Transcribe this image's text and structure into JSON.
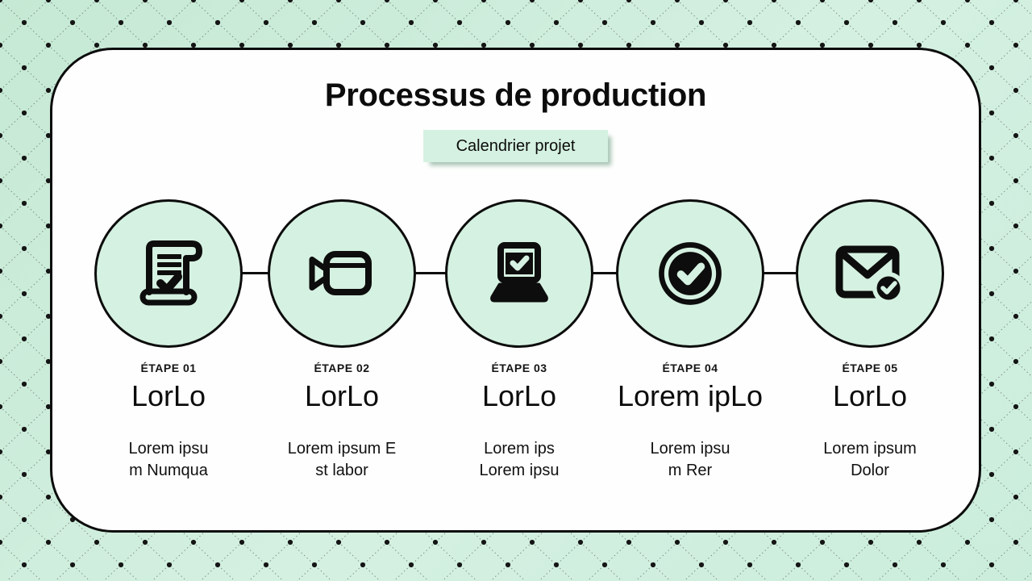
{
  "slide": {
    "title": "Processus de production",
    "badge": "Calendrier projet"
  },
  "steps": [
    {
      "label": "ÉTAPE 01",
      "title": "LorLo",
      "description": "Lorem ipsu\nm Numqua",
      "icon": "scroll-check-icon"
    },
    {
      "label": "ÉTAPE 02",
      "title": "LorLo",
      "description": "Lorem ipsum E\nst labor",
      "icon": "video-camera-icon"
    },
    {
      "label": "ÉTAPE 03",
      "title": "LorLo",
      "description": "Lorem ips\nLorem ipsu",
      "icon": "laptop-check-icon"
    },
    {
      "label": "ÉTAPE 04",
      "title": "Lorem ipLo",
      "description": "Lorem ipsu\nm Rer",
      "icon": "check-circle-icon"
    },
    {
      "label": "ÉTAPE 05",
      "title": "LorLo",
      "description": "Lorem ipsum\nDolor",
      "icon": "mail-check-icon"
    }
  ],
  "colors": {
    "background_mint": "#cdeedd",
    "card_white": "#fdfefd",
    "accent_mint": "#d5f1e1",
    "ink_black": "#0c0c0c",
    "badge_shadow": "#a9c4b6"
  }
}
